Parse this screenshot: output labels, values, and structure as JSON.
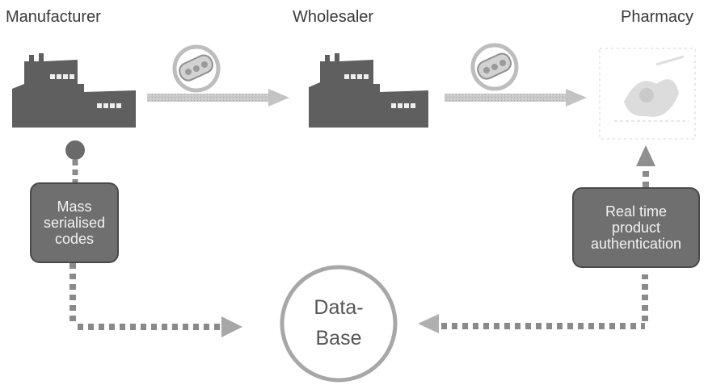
{
  "stages": {
    "manufacturer": "Manufacturer",
    "wholesaler": "Wholesaler",
    "pharmacy": "Pharmacy"
  },
  "left_box": {
    "line1": "Mass",
    "line2": "serialised",
    "line3": "codes"
  },
  "right_box": {
    "line1": "Real time",
    "line2": "product",
    "line3": "authentication"
  },
  "database": {
    "line1": "Data-",
    "line2": "Base"
  },
  "icons": {
    "factory": "factory-icon",
    "pill_package": "pill-package-icon",
    "pharmacy": "pharmacy-icon"
  },
  "colors": {
    "factory": "#5f5f5f",
    "arrow": "#bdbdbd",
    "box_fill": "#6f6f6f",
    "dotted_line": "#8a8a8a"
  }
}
